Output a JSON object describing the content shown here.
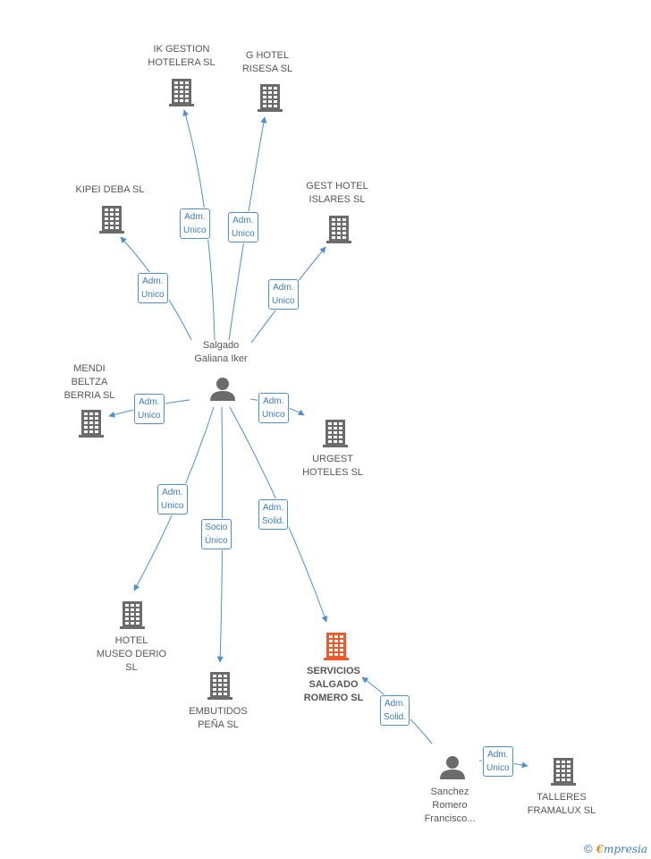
{
  "colors": {
    "edge": "#4a90d9",
    "building": "#6b6b6b",
    "building_highlight": "#f05a28",
    "person": "#6b6b6b"
  },
  "nodes": [
    {
      "id": "center",
      "type": "person",
      "label": "Salgado\nGaliana Iker",
      "label_pos": "above"
    },
    {
      "id": "ik",
      "type": "company",
      "label": "IK GESTION\nHOTELERA  SL",
      "label_pos": "above"
    },
    {
      "id": "ghotel",
      "type": "company",
      "label": "G HOTEL\nRISESA  SL",
      "label_pos": "above"
    },
    {
      "id": "kipei",
      "type": "company",
      "label": "KIPEI DEBA  SL",
      "label_pos": "above"
    },
    {
      "id": "gest",
      "type": "company",
      "label": "GEST HOTEL\nISLARES  SL",
      "label_pos": "above"
    },
    {
      "id": "mendi",
      "type": "company",
      "label": "MENDI\nBELTZA\nBERRIA  SL",
      "label_pos": "above"
    },
    {
      "id": "urgest",
      "type": "company",
      "label": "URGEST\nHOTELES  SL",
      "label_pos": "below"
    },
    {
      "id": "museo",
      "type": "company",
      "label": "HOTEL\nMUSEO DERIO\nSL",
      "label_pos": "below"
    },
    {
      "id": "embutidos",
      "type": "company",
      "label": "EMBUTIDOS\nPEÑA SL",
      "label_pos": "below"
    },
    {
      "id": "servicios",
      "type": "company",
      "label": "SERVICIOS\nSALGADO\nROMERO SL",
      "label_pos": "below",
      "highlight": true
    },
    {
      "id": "sanchez",
      "type": "person",
      "label": "Sanchez\nRomero\nFrancisco...",
      "label_pos": "below"
    },
    {
      "id": "talleres",
      "type": "company",
      "label": "TALLERES\nFRAMALUX  SL",
      "label_pos": "below"
    }
  ],
  "edges": [
    {
      "from": "center",
      "to": "ik",
      "label": "Adm.\nUnico"
    },
    {
      "from": "center",
      "to": "ghotel",
      "label": "Adm.\nUnico"
    },
    {
      "from": "center",
      "to": "kipei",
      "label": "Adm.\nUnico"
    },
    {
      "from": "center",
      "to": "gest",
      "label": "Adm.\nUnico"
    },
    {
      "from": "center",
      "to": "mendi",
      "label": "Adm.\nUnico"
    },
    {
      "from": "center",
      "to": "urgest",
      "label": "Adm.\nUnico"
    },
    {
      "from": "center",
      "to": "museo",
      "label": "Adm.\nUnico"
    },
    {
      "from": "center",
      "to": "embutidos",
      "label": "Socio\nÚnico"
    },
    {
      "from": "center",
      "to": "servicios",
      "label": "Adm.\nSolid."
    },
    {
      "from": "sanchez",
      "to": "servicios",
      "label": "Adm.\nSolid."
    },
    {
      "from": "sanchez",
      "to": "talleres",
      "label": "Adm.\nUnico"
    }
  ],
  "branding": {
    "copyright": "©",
    "name_first": "€",
    "name_rest": "mpresia"
  }
}
